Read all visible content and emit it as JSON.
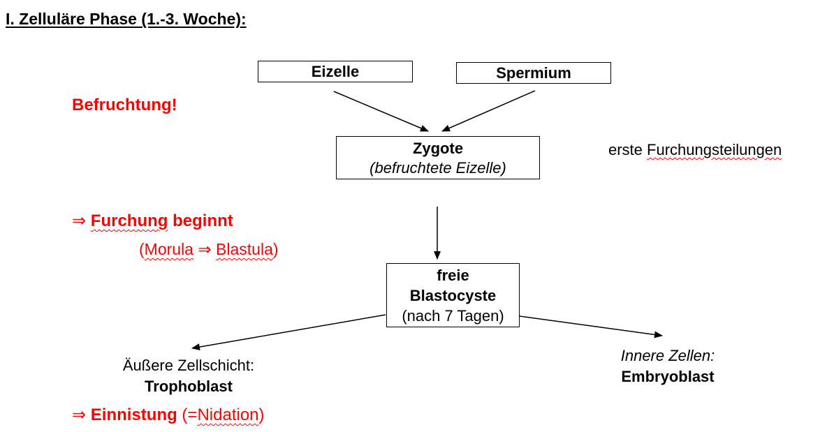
{
  "title": "I. Zelluläre Phase (1.-3. Woche):",
  "befruchtung": "Befruchtung!",
  "eizelle": "Eizelle",
  "spermium": "Spermium",
  "zygote": {
    "name": "Zygote",
    "desc": "(befruchtete Eizelle)"
  },
  "furchung_note": {
    "prefix": "erste ",
    "word": "Furchungsteilungen"
  },
  "furchung": {
    "arrow": "⇒",
    "word": "Furchung",
    "rest": " beginnt"
  },
  "morula_line": {
    "open": "(",
    "morula": "Morula",
    "mid": " ⇒ ",
    "blastula": "Blastula",
    "close": ")"
  },
  "blastocyste": {
    "line1": "freie",
    "line2": "Blastocyste",
    "line3": "(nach 7 Tagen)"
  },
  "outer": {
    "label": "Äußere Zellschicht:",
    "name": "Trophoblast"
  },
  "inner": {
    "label": "Innere Zellen:",
    "name": "Embryoblast"
  },
  "nidation": {
    "arrow": "⇒",
    "word": "Einnistung",
    "open": " (=",
    "nid": "Nidation",
    "close": ")"
  },
  "colors": {
    "accent": "#ff0000",
    "text": "#000000"
  }
}
